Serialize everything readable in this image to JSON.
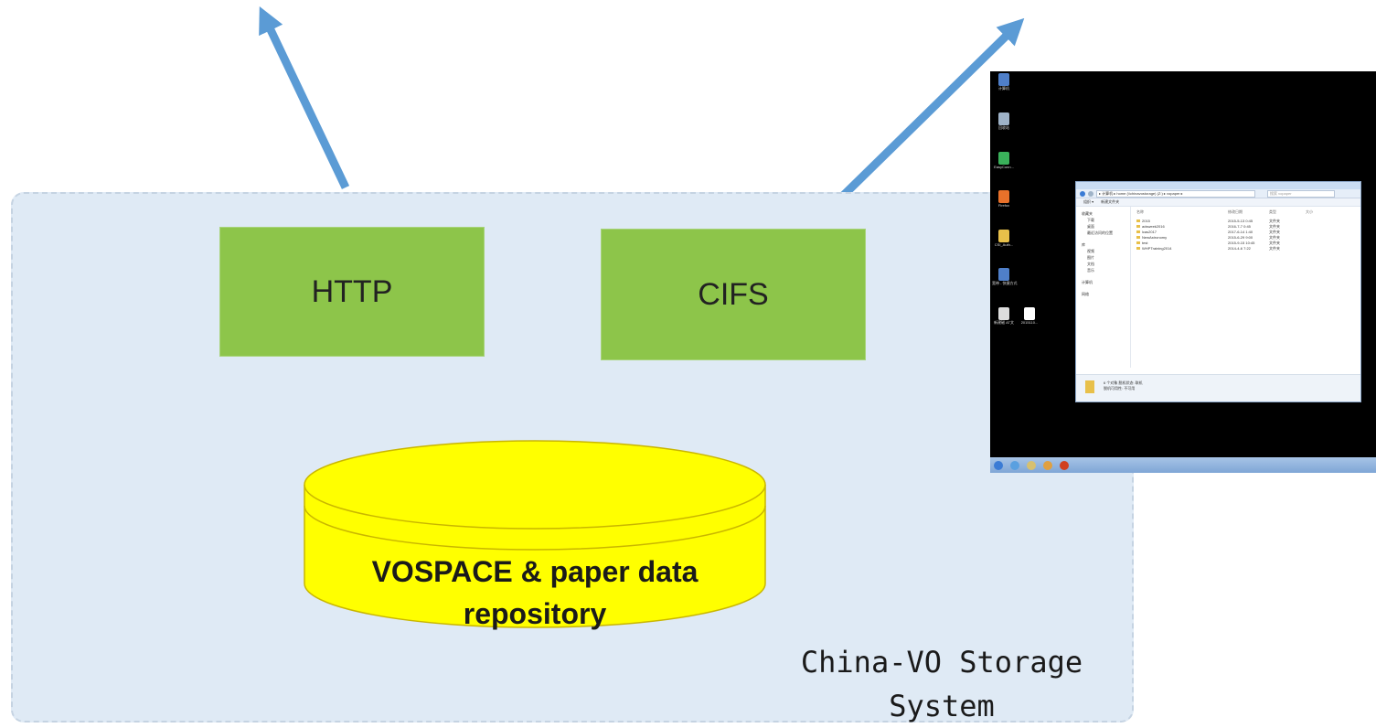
{
  "diagram": {
    "protocols": [
      "HTTP",
      "CIFS"
    ],
    "repository_lines": [
      "VOSPACE & paper data",
      "repository"
    ],
    "system_label_lines": [
      "China-VO Storage",
      "System"
    ],
    "colors": {
      "container": "#dfeaf5",
      "protocol_box": "#8dc54a",
      "database": "#ffff00",
      "arrow": "#5b9bd5"
    }
  },
  "screenshot": {
    "desktop_icons": [
      {
        "label": "计算机",
        "icon": "computer-icon",
        "color": "#4f7fc9"
      },
      {
        "label": "回收站",
        "icon": "recycle-bin-icon",
        "color": "#9fb3c8"
      },
      {
        "label": "EasyConn...",
        "icon": "app-icon",
        "color": "#3ab05a"
      },
      {
        "label": "Firefox",
        "icon": "firefox-icon",
        "color": "#e8712a"
      },
      {
        "label": "CSI_Auth...",
        "icon": "file-icon",
        "color": "#e8c04a"
      },
      {
        "label": "宽带 - 快捷方式",
        "icon": "network-icon",
        "color": "#4f7fc9"
      },
      {
        "label": "新建磁 AT文",
        "icon": "document-icon",
        "color": "#dddddd"
      },
      {
        "label": "2015110...",
        "icon": "document-icon",
        "color": "#ffffff"
      }
    ],
    "explorer": {
      "address": "▸ 计算机 ▸ home (\\\\chinavostorage) (Z:) ▸ vopaper ▸",
      "search_placeholder": "搜索 vopaper",
      "toolbar": [
        "组织 ▾",
        "新建文件夹"
      ],
      "nav": [
        "收藏夹",
        "下载",
        "桌面",
        "最近访问的位置",
        "库",
        "视频",
        "图片",
        "文档",
        "音乐",
        "计算机",
        "网络"
      ],
      "columns": [
        "名称",
        "修改日期",
        "类型",
        "大小"
      ],
      "rows": [
        {
          "name": "2015",
          "date": "2015-5-13 0:45",
          "type": "文件夹"
        },
        {
          "name": "adsweek2016",
          "date": "2016-7-7 0:45",
          "type": "文件夹"
        },
        {
          "name": "lcas2017",
          "date": "2017-6-14 1:40",
          "type": "文件夹"
        },
        {
          "name": "NewAstronomy",
          "date": "2015-6-29 9:00",
          "type": "文件夹"
        },
        {
          "name": "test",
          "date": "2015-9-15 10:45",
          "type": "文件夹"
        },
        {
          "name": "WHPTraining2014",
          "date": "2014-4-6 7:22",
          "type": "文件夹"
        }
      ],
      "status_line1": "6 个对象   脱机状态: 联机",
      "status_line2": "脱机可用性: 不可用"
    },
    "taskbar_colors": [
      "#3a7bd5",
      "#5aa0e0",
      "#d6c070",
      "#e0a040",
      "#d04020"
    ]
  }
}
